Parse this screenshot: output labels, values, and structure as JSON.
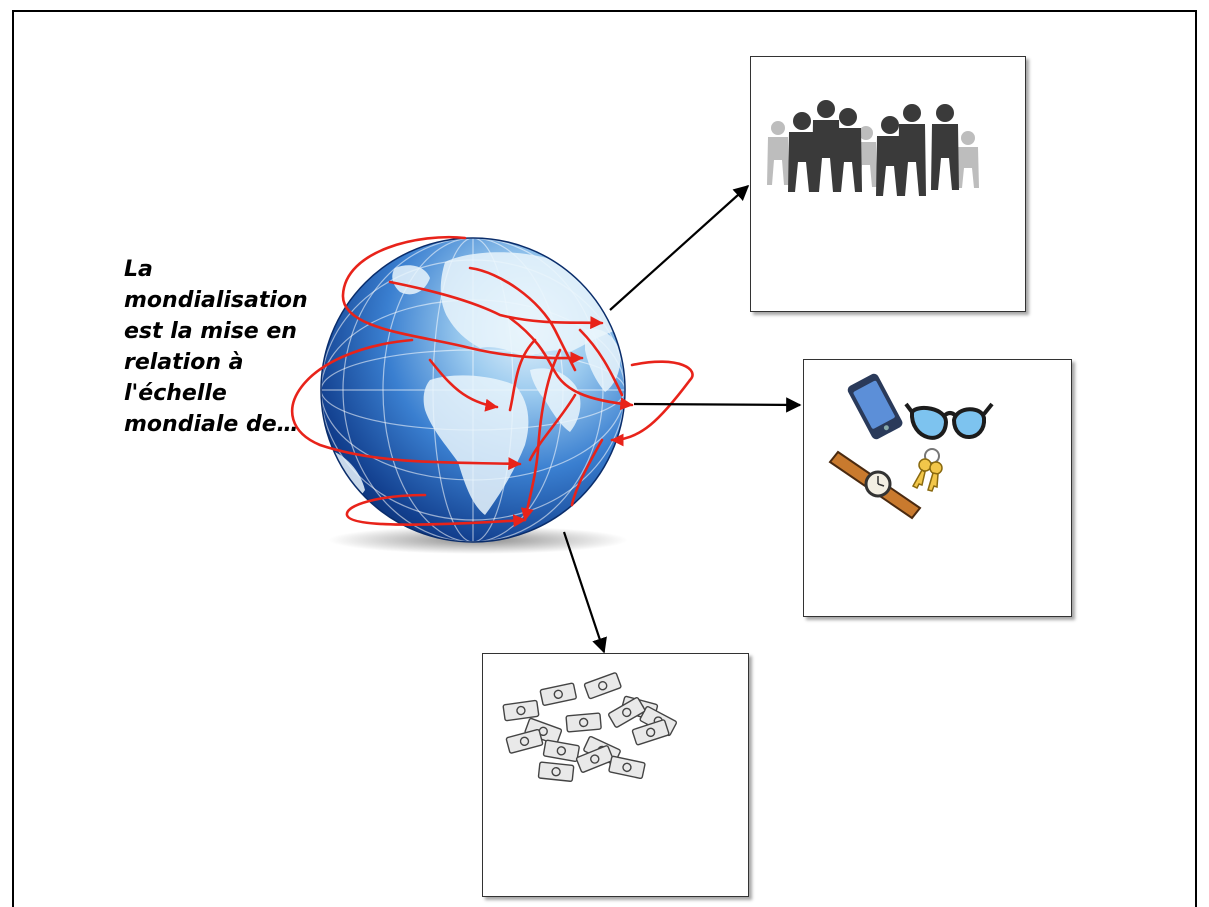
{
  "caption": {
    "lines": [
      "La",
      "mondialisation",
      "est la mise en",
      "relation à",
      "l'échelle",
      "mondiale de…"
    ]
  },
  "nodes": [
    {
      "id": "people",
      "depicts": "crowd-silhouettes-icon"
    },
    {
      "id": "objects",
      "depicts": "phone-glasses-watch-keys-icon"
    },
    {
      "id": "money",
      "depicts": "banknotes-icon"
    }
  ],
  "colors": {
    "globe_deep": "#0d3d8a",
    "globe_mid": "#2b6fc4",
    "globe_light": "#cfe6f8",
    "flow_arrows": "#e8231a",
    "connector": "#000000"
  }
}
